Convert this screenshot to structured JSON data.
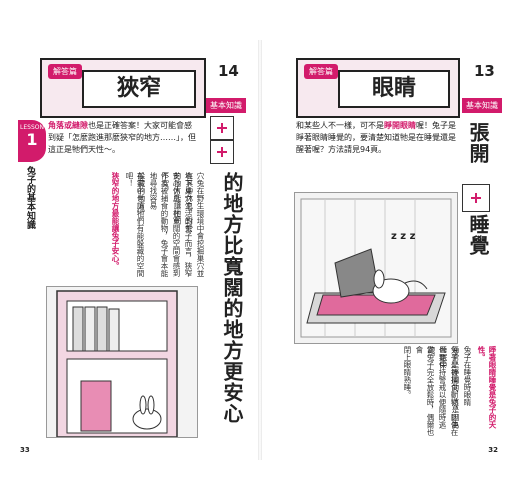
{
  "left": {
    "page_number": "14",
    "qa_tag": "解答篇",
    "title": "狹窄",
    "knowledge_badge": "基本知識",
    "intro_highlight": "角落或縫隙",
    "intro_text": "也是正確答案！大家可能會感到疑「怎麼跑進那麼狹窄的地方……」，但這正是牠們天性～。",
    "lesson_label": "LESSON",
    "lesson_number": "1",
    "side_label": "兔子的基本知識",
    "headline": "的地方比寬闊的地方更安心",
    "body_col_1": "穴兔在野生環境中會挖掘巢穴並在其中休息，對於",
    "body_col_2": "地下巢穴生活的兔子而言，狹窄的地方能讓牠們",
    "body_col_3": "安心休息。在寬闊的空間會感到不安。",
    "body_col_4": "作為被捕食的動物，兔子會本能地尋找容易",
    "body_col_5": "躲藏的地方。",
    "body_col_6": "在家中也讓牠們有能躲藏的空間吧！",
    "body_highlight": "狹窄的地方最能讓兔子安心。",
    "footer_number": "33"
  },
  "right": {
    "page_number": "13",
    "qa_tag": "解答篇",
    "title": "眼睛",
    "knowledge_badge": "基本知識",
    "intro_text": "和某些人不一樣，可不是",
    "intro_highlight": "睜開眼睛",
    "intro_text_2": "喔！兔子是睜著眼睛睡覺的，要清楚知道牠是在睡覺還是醒著喔？方法請見94頁。",
    "side_title_1": "張開",
    "side_title_2": "睡覺",
    "sleep_sound": "z z z",
    "body_col_1": "兔子在睡覺時眼睛",
    "body_col_2": "通常是睜開的，這是因為",
    "body_col_3": "兔子是被捕食動物，即使在睡眠中",
    "body_col_4": "也要保持警戒以便隨時逃跑。",
    "body_col_5": "當兔子完全放鬆時，偶爾也會",
    "body_col_6": "閉上眼睛熟睡。",
    "body_highlight": "睜著眼睛睡覺是兔子的天性。",
    "footer_number": "32"
  },
  "colors": {
    "accent": "#d21b6b",
    "banner_bg": "#f7e9ef"
  }
}
